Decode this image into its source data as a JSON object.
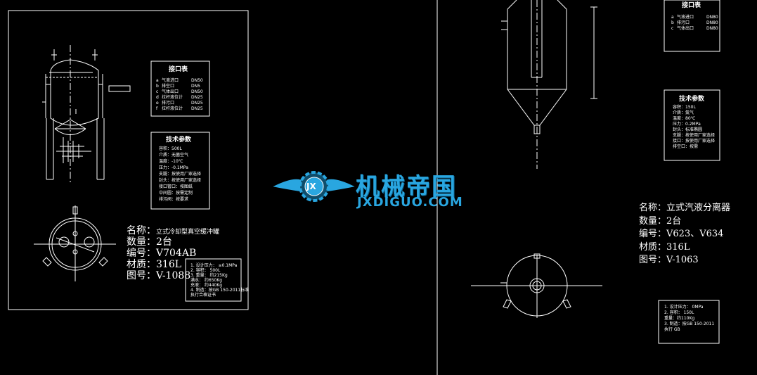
{
  "left_sheet": {
    "nozzle_table": {
      "title": "接口表",
      "rows": [
        {
          "id": "a",
          "name": "气液进口",
          "size": "DN50"
        },
        {
          "id": "b",
          "name": "排空口",
          "size": "DN5"
        },
        {
          "id": "c",
          "name": "气体出口",
          "size": "DN50"
        },
        {
          "id": "d",
          "name": "拉杆液位计",
          "size": "DN25"
        },
        {
          "id": "e",
          "name": "排污口",
          "size": "DN25"
        },
        {
          "id": "f",
          "name": "拉杆液位计",
          "size": "DN25"
        }
      ]
    },
    "tech_params": {
      "title": "技术参数",
      "lines": [
        "容积：500L",
        "介质：无菌空气",
        "温度：-10℃",
        "压力：-0.1MPa",
        "支腿：按使用厂家选择",
        "封头：按使用厂家选择",
        "接口管口：按图纸",
        "中间圆：按需定制",
        "排污阀：按要求"
      ]
    },
    "info": {
      "name_label": "名称：",
      "name_value": "立式冷却型真空缓冲罐",
      "qty_label": "数量：",
      "qty_value": "2台",
      "code_label": "编号：",
      "code_value": "V704AB",
      "material_label": "材质：",
      "material_value": "316L",
      "drawing_label": "图号：",
      "drawing_value": "V-1088"
    },
    "notes": {
      "lines": [
        "1. 设计压力： ≤0.1MPa",
        "2. 容积： 500L",
        "3. 重量： 约215Kg",
        "   满水： 约650Kg",
        "   充液： 约440Kg",
        "4. 制造：按GB 150-2011标准",
        "   执行合格证书"
      ]
    }
  },
  "right_sheet": {
    "nozzle_table": {
      "title": "接口表",
      "rows": [
        {
          "id": "a",
          "name": "气液进口",
          "size": "DN80"
        },
        {
          "id": "b",
          "name": "排污口",
          "size": "DN80"
        },
        {
          "id": "c",
          "name": "气体出口",
          "size": "DN80"
        }
      ]
    },
    "tech_params": {
      "title": "技术参数",
      "lines": [
        "容积：150L",
        "介质：氮气",
        "温度：80℃",
        "压力：0.2MPa",
        "封头：标准椭圆",
        "支腿：按使用厂家选择",
        "接口：按使用厂家选择",
        "排空口：按需"
      ]
    },
    "info": {
      "name_label": "名称：",
      "name_value": "立式汽液分离器",
      "qty_label": "数量：",
      "qty_value": "2台",
      "code_label": "编号：",
      "code_value": "V623、V634",
      "material_label": "材质：",
      "material_value": "316L",
      "drawing_label": "图号：",
      "drawing_value": "V-1063"
    },
    "notes": {
      "lines": [
        "1. 设计压力： 0MPa",
        "2. 容积： 150L",
        "   重量：约110Kg",
        "3. 制造：按GB 150-2011",
        "   执行 GB"
      ]
    }
  },
  "watermark": {
    "cn": "机械帝国",
    "en": "JXDIGUO.COM",
    "badge": "JX"
  },
  "colors": {
    "background": "#000000",
    "lines": "#ffffff",
    "watermark": "#29a6e0"
  }
}
